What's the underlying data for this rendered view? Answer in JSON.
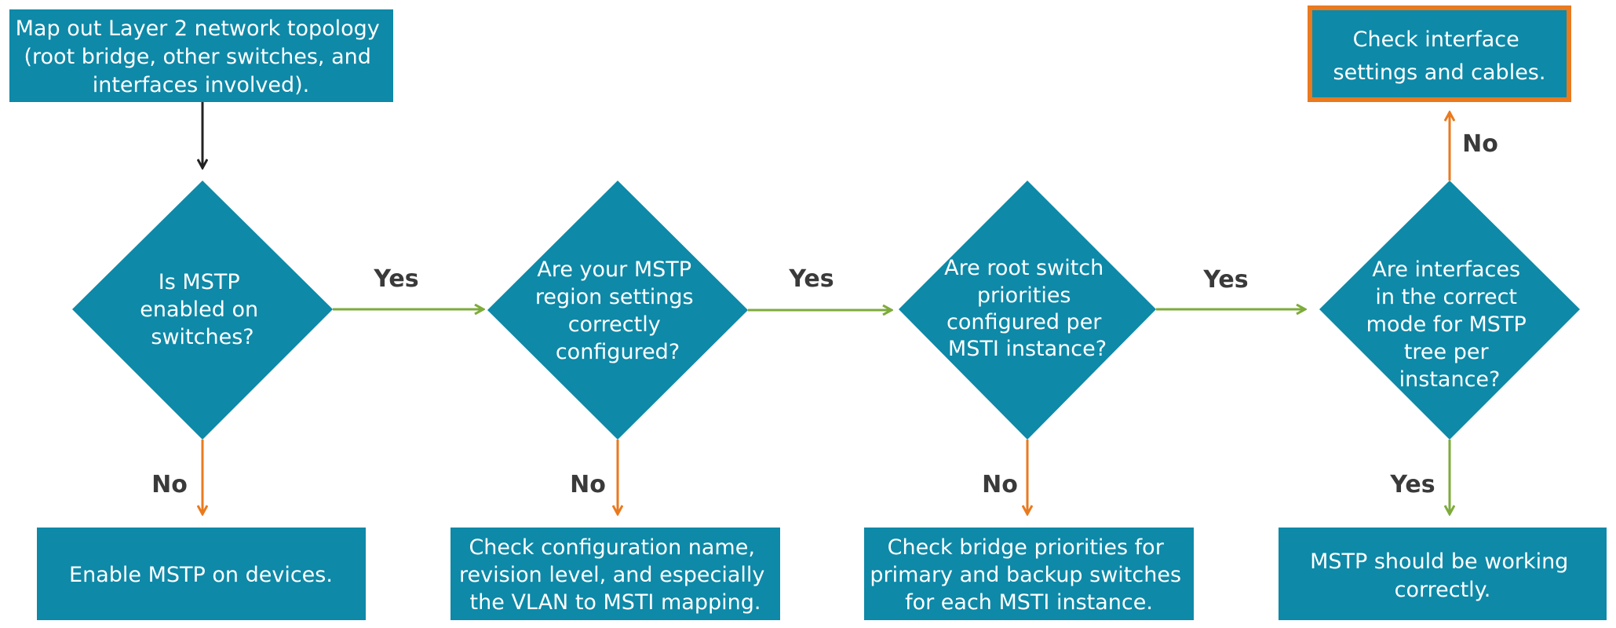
{
  "colors": {
    "box_fill": "#0e89a8",
    "highlight_border": "#e97a1e",
    "arrow_yes": "#7eab3b",
    "arrow_no": "#e97a1e",
    "arrow_start": "#222222",
    "label": "#3a3a3a"
  },
  "start": {
    "lines": [
      "Map out Layer 2 network topology",
      "(root bridge, other switches, and",
      "interfaces involved)."
    ]
  },
  "decisions": [
    {
      "lines": [
        "Is MSTP",
        "enabled on",
        "switches?"
      ]
    },
    {
      "lines": [
        "Are your MSTP",
        "region settings",
        "correctly",
        "configured?"
      ]
    },
    {
      "lines": [
        "Are root switch",
        "priorities",
        "configured per",
        "MSTI instance?"
      ]
    },
    {
      "lines": [
        "Are interfaces",
        "in the correct",
        "mode for MSTP",
        "tree per",
        "instance?"
      ]
    }
  ],
  "outcomes": [
    {
      "lines": [
        "Enable MSTP on devices."
      ]
    },
    {
      "lines": [
        "Check configuration name,",
        "revision level, and especially",
        "the VLAN to MSTI mapping."
      ]
    },
    {
      "lines": [
        "Check bridge priorities for",
        "primary and backup switches",
        "for each MSTI instance."
      ]
    },
    {
      "lines": [
        "MSTP should be working",
        "correctly."
      ]
    }
  ],
  "top_outcome": {
    "lines": [
      "Check interface",
      "settings and cables."
    ]
  },
  "labels": {
    "yes": "Yes",
    "no": "No"
  }
}
